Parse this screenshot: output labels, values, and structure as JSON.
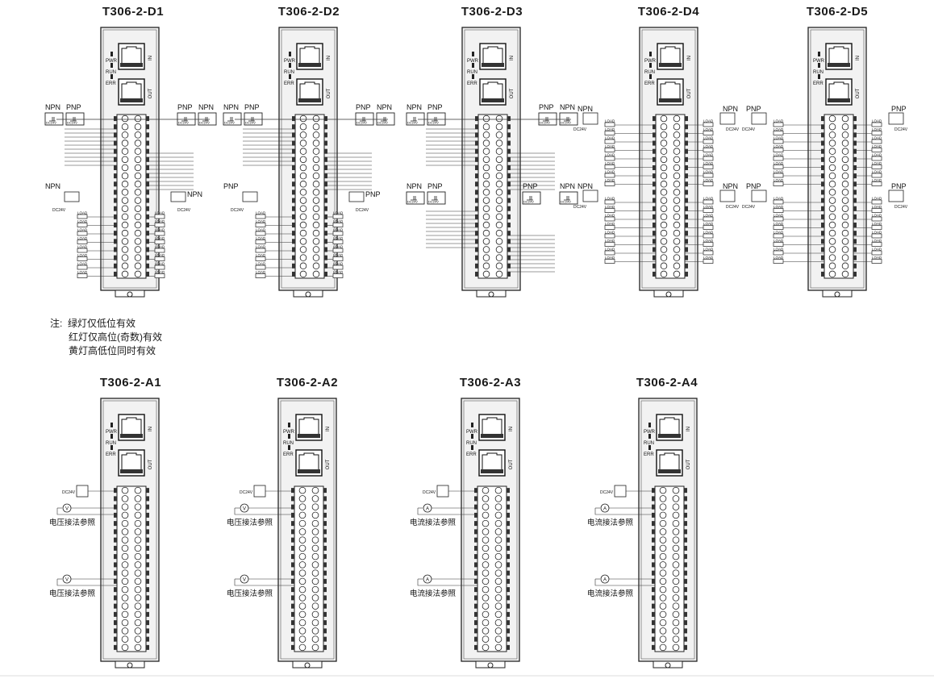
{
  "modules_top": [
    {
      "title": "T306-2-D1"
    },
    {
      "title": "T306-2-D2"
    },
    {
      "title": "T306-2-D3"
    },
    {
      "title": "T306-2-D4"
    },
    {
      "title": "T306-2-D5"
    }
  ],
  "modules_bottom": [
    {
      "title": "T306-2-A1",
      "meter": "V",
      "caption": "电压接法参照"
    },
    {
      "title": "T306-2-A2",
      "meter": "V",
      "caption": "电压接法参照"
    },
    {
      "title": "T306-2-A3",
      "meter": "A",
      "caption": "电流接法参照"
    },
    {
      "title": "T306-2-A4",
      "meter": "A",
      "caption": "电流接法参照"
    }
  ],
  "module_labels": {
    "pwr": "PWR",
    "run": "RUN",
    "err": "ERR",
    "port_in": "IN",
    "port_out": "OUT"
  },
  "sensor_labels": {
    "npn": "NPN",
    "pnp": "PNP",
    "dc24v": "DC24V",
    "load": "LOAD"
  },
  "note": {
    "prefix": "注:",
    "lines": [
      "绿灯仅低位有效",
      "红灯仅高位(奇数)有效",
      "黄灯高低位同时有效"
    ]
  }
}
